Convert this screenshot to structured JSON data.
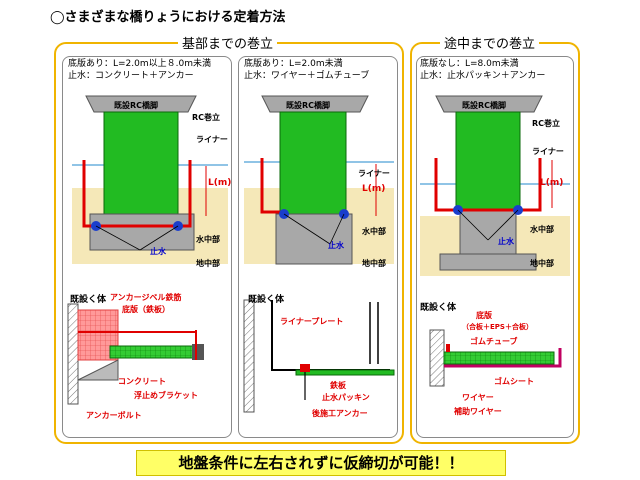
{
  "title": "◯さまざまな橋りょうにおける定着方法",
  "groups": {
    "base": "基部までの巻立",
    "midway": "途中までの巻立"
  },
  "panels": [
    {
      "cond1": "底版あり：L=2.0m以上８.0m未満",
      "cond2": "止水：コンクリート＋アンカー"
    },
    {
      "cond1": "底版あり：L=2.0m未満",
      "cond2": "止水：ワイヤー＋ゴムチューブ"
    },
    {
      "cond1": "底版なし：L=8.0m未満",
      "cond2": "止水：止水パッキン＋アンカー"
    }
  ],
  "labels": {
    "existing_pier": "既設RC橋脚",
    "rc_jacket": "RC巻立",
    "liner": "ライナー",
    "length": "L(m)",
    "water_part": "水中部",
    "ground_part": "地中部",
    "water_stop": "止水",
    "existing_body": "既設く体"
  },
  "detail1": {
    "anchor_bell": "アンカージベル鉄筋",
    "bottom_plate": "底版（鉄板）",
    "concrete": "コンクリート",
    "float_bracket": "浮止めブラケット",
    "anchor_bolt": "アンカーボルト"
  },
  "detail2": {
    "liner_plate": "ライナープレート",
    "steel_plate": "鉄板",
    "water_packing": "止水パッキン",
    "post_anchor": "後施工アンカー"
  },
  "detail3": {
    "bottom_plate": "底版",
    "plate_spec": "（合板＋EPS＋合板）",
    "rubber_tube": "ゴムチューブ",
    "rubber_sheet": "ゴムシート",
    "wire": "ワイヤー",
    "aux_wire": "補助ワイヤー"
  },
  "banner": "地盤条件に左右されずに仮締切が可能！！",
  "colors": {
    "frame": "#f0b400",
    "jacket": "#22bb22",
    "pier": "#a8a8a8",
    "liner": "#e00000",
    "water_stop": "#0000cc",
    "ground": "#f5e8b8"
  }
}
